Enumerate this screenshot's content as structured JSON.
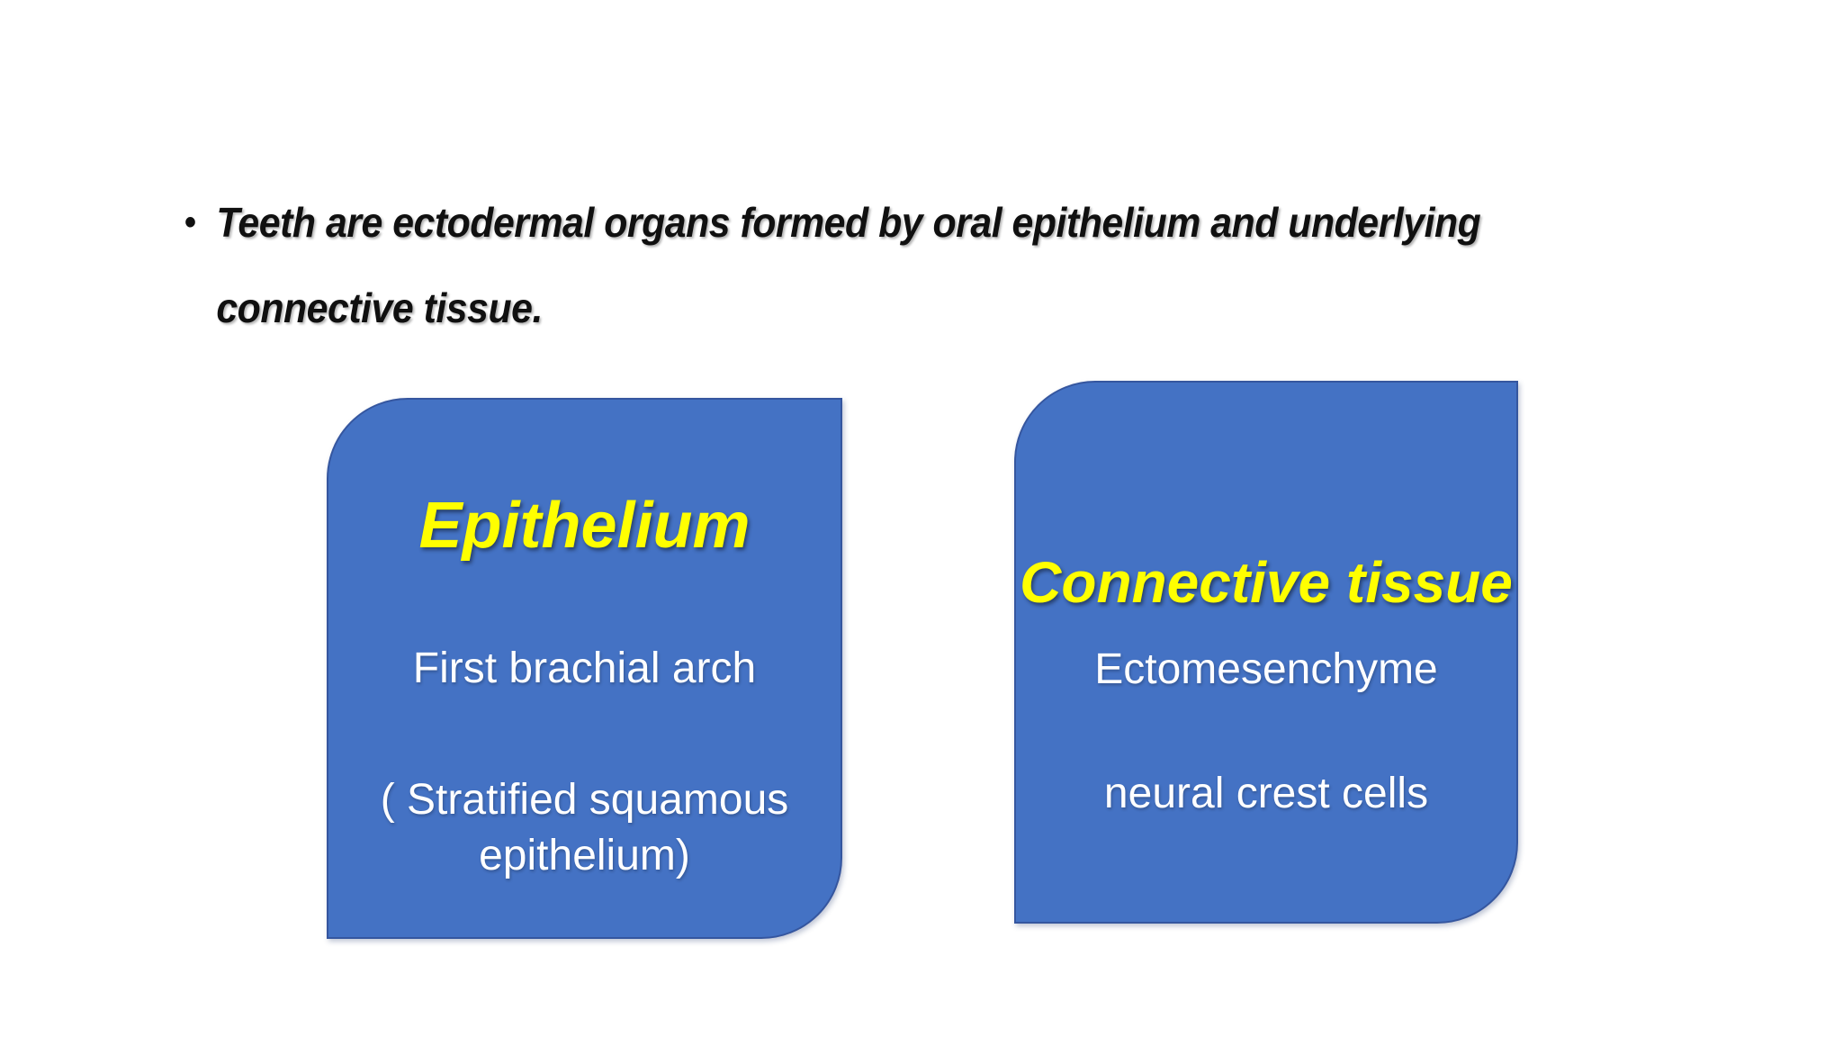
{
  "slide": {
    "background_color": "#FFFFFF",
    "bullet": {
      "marker": "•",
      "lines": [
        "Teeth are ectodermal organs formed by oral epithelium and underlying",
        "connective tissue."
      ],
      "text_color": "#101010"
    },
    "cards": [
      {
        "title": "Epithelium",
        "subtitle": "First brachial arch",
        "note_lines": [
          "( Stratified squamous",
          "epithelium)"
        ],
        "fill_color": "#4472C4",
        "border_color": "#35569F",
        "title_color": "#FFFF00",
        "text_color": "#FFFFFF"
      },
      {
        "title": "Connective tissue",
        "subtitle": "Ectomesenchyme",
        "note_lines": [
          "neural crest cells"
        ],
        "fill_color": "#4472C4",
        "border_color": "#35569F",
        "title_color": "#FFFF00",
        "text_color": "#FFFFFF"
      }
    ]
  }
}
